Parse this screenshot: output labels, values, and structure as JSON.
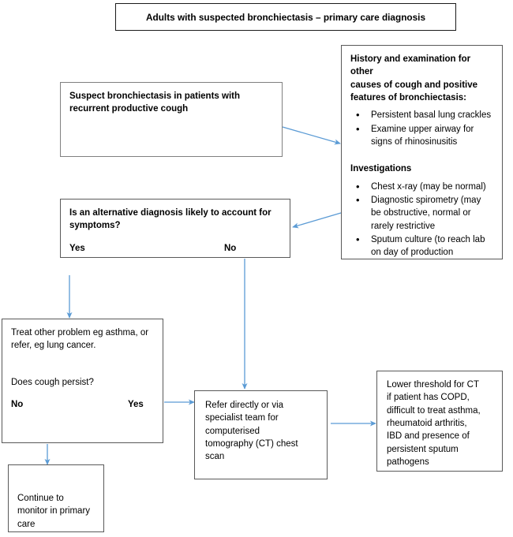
{
  "diagram": {
    "title": "Adults with suspected bronchiectasis – primary care diagnosis",
    "arrow_color": "#5B9BD5",
    "box_border_color": "#808080",
    "text_color": "#000000"
  },
  "nodes": {
    "suspect": {
      "line1": "Suspect bronchiectasis in patients with",
      "line2": "recurrent productive cough"
    },
    "history": {
      "heading_line1": "History and examination for other",
      "heading_line2": "causes of cough and positive",
      "heading_line3": "features of bronchiectasis:",
      "bullets": [
        "Persistent basal lung crackles",
        "Examine upper airway for signs of rhinosinusitis"
      ],
      "investigations_heading": "Investigations",
      "investigations_bullets": [
        "Chest x-ray (may be normal)",
        "Diagnostic spirometry (may be obstructive, normal or rarely restrictive",
        "Sputum culture (to reach lab on day of production"
      ]
    },
    "decision": {
      "question_line1": "Is an alternative diagnosis likely to account for",
      "question_line2": "symptoms?",
      "yes_label": "Yes",
      "no_label": "No"
    },
    "treat": {
      "line1": "Treat other problem eg asthma, or",
      "line2": "refer, eg lung cancer.",
      "question": "Does cough persist?",
      "no_label": "No",
      "yes_label": "Yes"
    },
    "monitor": {
      "line1": "Continue to",
      "line2": "monitor in primary",
      "line3": "care"
    },
    "refer_ct": {
      "line1": "Refer directly or via",
      "line2": "specialist team for",
      "line3": "computerised",
      "line4": "tomography (CT) chest",
      "line5": "scan"
    },
    "lower_threshold": {
      "line1": "Lower threshold for CT",
      "line2": "if patient has COPD,",
      "line3": "difficult to treat asthma,",
      "line4": "rheumatoid arthritis,",
      "line5": "IBD and presence of",
      "line6": "persistent sputum",
      "line7": "pathogens"
    }
  }
}
